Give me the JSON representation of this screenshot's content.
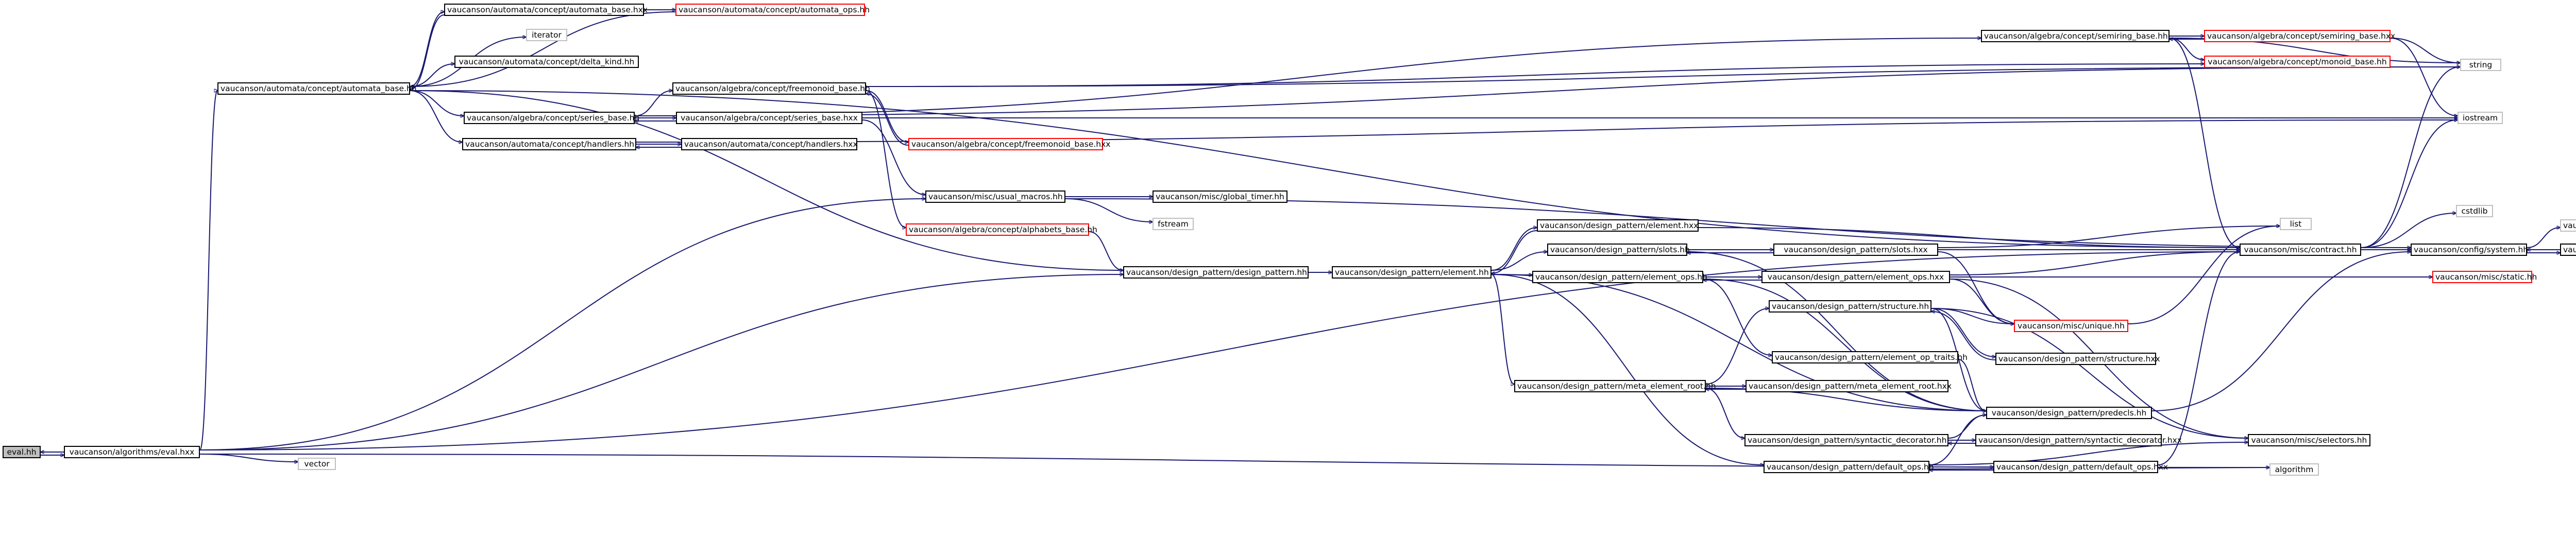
{
  "graph": {
    "nodes": [
      {
        "id": "eval",
        "label": "eval.hh",
        "kind": "root"
      },
      {
        "id": "alg_eval",
        "label": "vaucanson/algorithms/eval.hxx",
        "kind": "normal"
      },
      {
        "id": "vector",
        "label": "vector",
        "kind": "external"
      },
      {
        "id": "automata_base_hh",
        "label": "vaucanson/automata/concept/automata_base.hh",
        "kind": "normal"
      },
      {
        "id": "automata_base_hxx",
        "label": "vaucanson/automata/concept/automata_base.hxx",
        "kind": "normal"
      },
      {
        "id": "automata_ops",
        "label": "vaucanson/automata/concept/automata_ops.hh",
        "kind": "truncated"
      },
      {
        "id": "iterator",
        "label": "iterator",
        "kind": "external"
      },
      {
        "id": "delta_kind",
        "label": "vaucanson/automata/concept/delta_kind.hh",
        "kind": "normal"
      },
      {
        "id": "series_base_hh",
        "label": "vaucanson/algebra/concept/series_base.hh",
        "kind": "normal"
      },
      {
        "id": "series_base_hxx",
        "label": "vaucanson/algebra/concept/series_base.hxx",
        "kind": "normal"
      },
      {
        "id": "handlers_hh",
        "label": "vaucanson/automata/concept/handlers.hh",
        "kind": "normal"
      },
      {
        "id": "handlers_hxx",
        "label": "vaucanson/automata/concept/handlers.hxx",
        "kind": "normal"
      },
      {
        "id": "freemonoid_base_hh",
        "label": "vaucanson/algebra/concept/freemonoid_base.hh",
        "kind": "normal"
      },
      {
        "id": "freemonoid_base_hxx",
        "label": "vaucanson/algebra/concept/freemonoid_base.hxx",
        "kind": "truncated"
      },
      {
        "id": "semiring_base_hh",
        "label": "vaucanson/algebra/concept/semiring_base.hh",
        "kind": "normal"
      },
      {
        "id": "semiring_base_hxx",
        "label": "vaucanson/algebra/concept/semiring_base.hxx",
        "kind": "truncated"
      },
      {
        "id": "monoid_base",
        "label": "vaucanson/algebra/concept/monoid_base.hh",
        "kind": "truncated"
      },
      {
        "id": "string",
        "label": "string",
        "kind": "external"
      },
      {
        "id": "iostream",
        "label": "iostream",
        "kind": "external"
      },
      {
        "id": "usual_macros",
        "label": "vaucanson/misc/usual_macros.hh",
        "kind": "normal"
      },
      {
        "id": "global_timer",
        "label": "vaucanson/misc/global_timer.hh",
        "kind": "normal"
      },
      {
        "id": "fstream",
        "label": "fstream",
        "kind": "external"
      },
      {
        "id": "alphabets_base",
        "label": "vaucanson/algebra/concept/alphabets_base.hh",
        "kind": "truncated"
      },
      {
        "id": "design_pattern",
        "label": "vaucanson/design_pattern/design_pattern.hh",
        "kind": "normal"
      },
      {
        "id": "element_hh",
        "label": "vaucanson/design_pattern/element.hh",
        "kind": "normal"
      },
      {
        "id": "element_hxx",
        "label": "vaucanson/design_pattern/element.hxx",
        "kind": "normal"
      },
      {
        "id": "slots_hh",
        "label": "vaucanson/design_pattern/slots.hh",
        "kind": "normal"
      },
      {
        "id": "slots_hxx",
        "label": "vaucanson/design_pattern/slots.hxx",
        "kind": "normal"
      },
      {
        "id": "list",
        "label": "list",
        "kind": "external"
      },
      {
        "id": "contract",
        "label": "vaucanson/misc/contract.hh",
        "kind": "normal"
      },
      {
        "id": "cstdlib",
        "label": "cstdlib",
        "kind": "external"
      },
      {
        "id": "system",
        "label": "vaucanson/config/system.hh",
        "kind": "normal"
      },
      {
        "id": "pconf",
        "label": "vaucanson/config/pconf.hh",
        "kind": "external"
      },
      {
        "id": "math",
        "label": "vaucanson/config/math.hh",
        "kind": "normal"
      },
      {
        "id": "static",
        "label": "vaucanson/misc/static.hh",
        "kind": "truncated"
      },
      {
        "id": "element_ops_hh",
        "label": "vaucanson/design_pattern/element_ops.hh",
        "kind": "normal"
      },
      {
        "id": "element_ops_hxx",
        "label": "vaucanson/design_pattern/element_ops.hxx",
        "kind": "normal"
      },
      {
        "id": "structure_hh",
        "label": "vaucanson/design_pattern/structure.hh",
        "kind": "normal"
      },
      {
        "id": "unique",
        "label": "vaucanson/misc/unique.hh",
        "kind": "truncated"
      },
      {
        "id": "structure_hxx",
        "label": "vaucanson/design_pattern/structure.hxx",
        "kind": "normal"
      },
      {
        "id": "element_op_traits",
        "label": "vaucanson/design_pattern/element_op_traits.hh",
        "kind": "normal"
      },
      {
        "id": "meta_element_root_hh",
        "label": "vaucanson/design_pattern/meta_element_root.hh",
        "kind": "normal"
      },
      {
        "id": "meta_element_root_hxx",
        "label": "vaucanson/design_pattern/meta_element_root.hxx",
        "kind": "normal"
      },
      {
        "id": "predecls",
        "label": "vaucanson/design_pattern/predecls.hh",
        "kind": "normal"
      },
      {
        "id": "selectors",
        "label": "vaucanson/misc/selectors.hh",
        "kind": "normal"
      },
      {
        "id": "syntactic_decorator_hh",
        "label": "vaucanson/design_pattern/syntactic_decorator.hh",
        "kind": "normal"
      },
      {
        "id": "syntactic_decorator_hxx",
        "label": "vaucanson/design_pattern/syntactic_decorator.hxx",
        "kind": "normal"
      },
      {
        "id": "default_ops_hh",
        "label": "vaucanson/design_pattern/default_ops.hh",
        "kind": "normal"
      },
      {
        "id": "default_ops_hxx",
        "label": "vaucanson/design_pattern/default_ops.hxx",
        "kind": "normal"
      },
      {
        "id": "algorithm",
        "label": "algorithm",
        "kind": "external"
      }
    ],
    "edges": [
      [
        "eval",
        "alg_eval"
      ],
      [
        "alg_eval",
        "eval"
      ],
      [
        "alg_eval",
        "vector"
      ],
      [
        "alg_eval",
        "automata_base_hh"
      ],
      [
        "alg_eval",
        "usual_macros"
      ],
      [
        "alg_eval",
        "design_pattern"
      ],
      [
        "alg_eval",
        "algorithm"
      ],
      [
        "alg_eval",
        "contract"
      ],
      [
        "automata_base_hh",
        "automata_base_hxx"
      ],
      [
        "automata_base_hxx",
        "automata_base_hh"
      ],
      [
        "automata_base_hxx",
        "automata_ops"
      ],
      [
        "automata_ops",
        "automata_base_hh"
      ],
      [
        "automata_base_hh",
        "iterator"
      ],
      [
        "automata_base_hh",
        "delta_kind"
      ],
      [
        "automata_base_hh",
        "series_base_hh"
      ],
      [
        "automata_base_hh",
        "handlers_hh"
      ],
      [
        "automata_base_hh",
        "design_pattern"
      ],
      [
        "automata_base_hh",
        "contract"
      ],
      [
        "series_base_hh",
        "series_base_hxx"
      ],
      [
        "series_base_hxx",
        "series_base_hh"
      ],
      [
        "series_base_hh",
        "freemonoid_base_hh"
      ],
      [
        "series_base_hh",
        "semiring_base_hh"
      ],
      [
        "series_base_hh",
        "string"
      ],
      [
        "series_base_hh",
        "iostream"
      ],
      [
        "series_base_hxx",
        "usual_macros"
      ],
      [
        "handlers_hh",
        "handlers_hxx"
      ],
      [
        "handlers_hxx",
        "handlers_hh"
      ],
      [
        "handlers_hh",
        "iostream"
      ],
      [
        "freemonoid_base_hh",
        "freemonoid_base_hxx"
      ],
      [
        "freemonoid_base_hxx",
        "freemonoid_base_hh"
      ],
      [
        "freemonoid_base_hh",
        "monoid_base"
      ],
      [
        "freemonoid_base_hh",
        "alphabets_base"
      ],
      [
        "freemonoid_base_hh",
        "string"
      ],
      [
        "semiring_base_hh",
        "semiring_base_hxx"
      ],
      [
        "semiring_base_hxx",
        "semiring_base_hh"
      ],
      [
        "semiring_base_hh",
        "monoid_base"
      ],
      [
        "semiring_base_hh",
        "string"
      ],
      [
        "semiring_base_hh",
        "contract"
      ],
      [
        "semiring_base_hxx",
        "string"
      ],
      [
        "semiring_base_hxx",
        "iostream"
      ],
      [
        "usual_macros",
        "global_timer"
      ],
      [
        "usual_macros",
        "fstream"
      ],
      [
        "usual_macros",
        "system"
      ],
      [
        "alphabets_base",
        "design_pattern"
      ],
      [
        "design_pattern",
        "element_hh"
      ],
      [
        "element_hh",
        "element_hxx"
      ],
      [
        "element_hxx",
        "element_hh"
      ],
      [
        "element_hh",
        "slots_hh"
      ],
      [
        "element_hh",
        "element_ops_hh"
      ],
      [
        "element_hh",
        "meta_element_root_hh"
      ],
      [
        "element_hh",
        "predecls"
      ],
      [
        "element_hh",
        "default_ops_hh"
      ],
      [
        "element_hxx",
        "contract"
      ],
      [
        "slots_hh",
        "slots_hxx"
      ],
      [
        "slots_hxx",
        "slots_hh"
      ],
      [
        "slots_hh",
        "predecls"
      ],
      [
        "slots_hxx",
        "list"
      ],
      [
        "slots_hxx",
        "unique"
      ],
      [
        "slots_hxx",
        "contract"
      ],
      [
        "contract",
        "cstdlib"
      ],
      [
        "contract",
        "system"
      ],
      [
        "contract",
        "string"
      ],
      [
        "contract",
        "iostream"
      ],
      [
        "system",
        "pconf"
      ],
      [
        "system",
        "math"
      ],
      [
        "math",
        "system"
      ],
      [
        "element_ops_hh",
        "element_ops_hxx"
      ],
      [
        "element_ops_hxx",
        "element_ops_hh"
      ],
      [
        "element_ops_hh",
        "element_op_traits"
      ],
      [
        "element_ops_hh",
        "predecls"
      ],
      [
        "element_ops_hxx",
        "static"
      ],
      [
        "element_ops_hxx",
        "unique"
      ],
      [
        "element_ops_hxx",
        "selectors"
      ],
      [
        "element_ops_hxx",
        "contract"
      ],
      [
        "structure_hh",
        "structure_hxx"
      ],
      [
        "structure_hxx",
        "structure_hh"
      ],
      [
        "structure_hh",
        "unique"
      ],
      [
        "structure_hh",
        "predecls"
      ],
      [
        "structure_hh",
        "selectors"
      ],
      [
        "unique",
        "list"
      ],
      [
        "element_op_traits",
        "predecls"
      ],
      [
        "meta_element_root_hh",
        "meta_element_root_hxx"
      ],
      [
        "meta_element_root_hxx",
        "meta_element_root_hh"
      ],
      [
        "meta_element_root_hh",
        "structure_hh"
      ],
      [
        "meta_element_root_hh",
        "syntactic_decorator_hh"
      ],
      [
        "meta_element_root_hh",
        "predecls"
      ],
      [
        "predecls",
        "system"
      ],
      [
        "syntactic_decorator_hh",
        "syntactic_decorator_hxx"
      ],
      [
        "syntactic_decorator_hxx",
        "syntactic_decorator_hh"
      ],
      [
        "syntactic_decorator_hh",
        "predecls"
      ],
      [
        "default_ops_hh",
        "default_ops_hxx"
      ],
      [
        "default_ops_hxx",
        "default_ops_hh"
      ],
      [
        "default_ops_hh",
        "predecls"
      ],
      [
        "default_ops_hh",
        "algorithm"
      ],
      [
        "default_ops_hh",
        "selectors"
      ],
      [
        "default_ops_hxx",
        "contract"
      ]
    ]
  }
}
